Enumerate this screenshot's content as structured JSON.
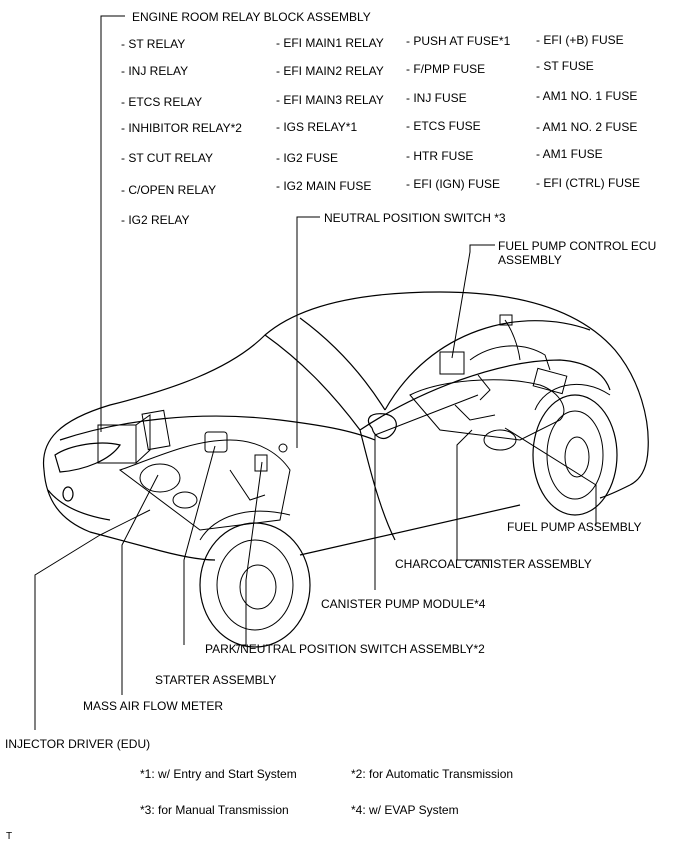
{
  "relay_block": {
    "title": "ENGINE ROOM RELAY BLOCK ASSEMBLY",
    "col1": [
      "- ST RELAY",
      "- INJ RELAY",
      "- ETCS RELAY",
      "- INHIBITOR RELAY*2",
      "- ST CUT RELAY",
      "- C/OPEN RELAY",
      "- IG2 RELAY"
    ],
    "col2": [
      "- EFI MAIN1 RELAY",
      "- EFI MAIN2 RELAY",
      "- EFI MAIN3 RELAY",
      "- IGS RELAY*1",
      "- IG2 FUSE",
      "- IG2 MAIN FUSE"
    ],
    "col3": [
      "- PUSH AT FUSE*1",
      "- F/PMP FUSE",
      "- INJ FUSE",
      "- ETCS FUSE",
      "- HTR FUSE",
      "- EFI (IGN) FUSE"
    ],
    "col4": [
      "- EFI (+B) FUSE",
      "- ST FUSE",
      "- AM1 NO. 1 FUSE",
      "- AM1 NO. 2 FUSE",
      "- AM1 FUSE",
      "- EFI (CTRL) FUSE"
    ]
  },
  "callouts": {
    "neutral_position_switch": "NEUTRAL POSITION SWITCH *3",
    "fuel_pump_control_ecu_line1": "FUEL PUMP CONTROL ECU",
    "fuel_pump_control_ecu_line2": "ASSEMBLY",
    "fuel_pump_assembly": "FUEL PUMP ASSEMBLY",
    "charcoal_canister": "CHARCOAL CANISTER ASSEMBLY",
    "canister_pump_module": "CANISTER PUMP MODULE*4",
    "park_neutral_switch": "PARK/NEUTRAL POSITION SWITCH ASSEMBLY*2",
    "starter_assembly": "STARTER ASSEMBLY",
    "mass_air_flow_meter": "MASS AIR FLOW METER",
    "injector_driver": "INJECTOR DRIVER (EDU)"
  },
  "notes": {
    "n1": "*1: w/ Entry and Start System",
    "n2": "*2: for Automatic Transmission",
    "n3": "*3: for Manual Transmission",
    "n4": "*4: w/ EVAP System"
  },
  "corner_mark": "T"
}
